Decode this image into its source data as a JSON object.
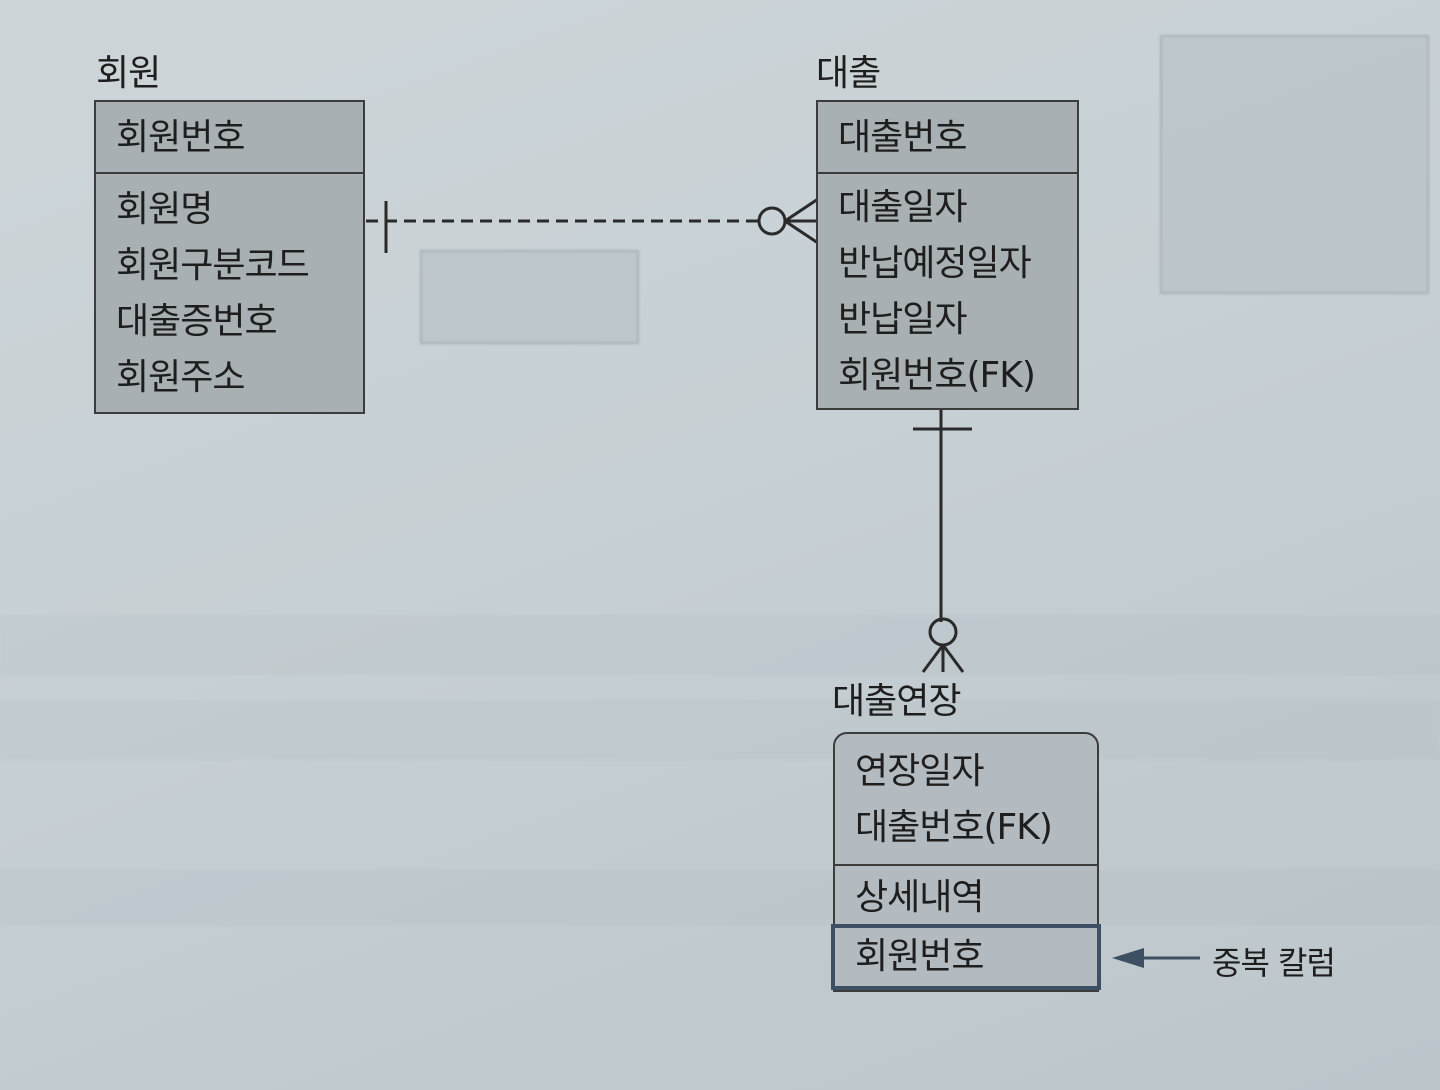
{
  "entities": {
    "member": {
      "name": "회원",
      "primary_key": [
        "회원번호"
      ],
      "attributes": [
        "회원명",
        "회원구분코드",
        "대출증번호",
        "회원주소"
      ]
    },
    "loan": {
      "name": "대출",
      "primary_key": [
        "대출번호"
      ],
      "attributes": [
        "대출일자",
        "반납예정일자",
        "반납일자",
        "회원번호(FK)"
      ]
    },
    "loan_extension": {
      "name": "대출연장",
      "primary_key": [
        "연장일자",
        "대출번호(FK)"
      ],
      "attributes": [
        "상세내역"
      ],
      "redundant_attribute": "회원번호"
    }
  },
  "annotation": {
    "label": "중복 칼럼"
  },
  "relationships": [
    {
      "from": "회원",
      "to": "대출",
      "from_cardinality": "one",
      "to_cardinality": "zero-or-many",
      "line": "dashed"
    },
    {
      "from": "대출",
      "to": "대출연장",
      "from_cardinality": "one",
      "to_cardinality": "zero-or-many",
      "line": "solid"
    }
  ]
}
